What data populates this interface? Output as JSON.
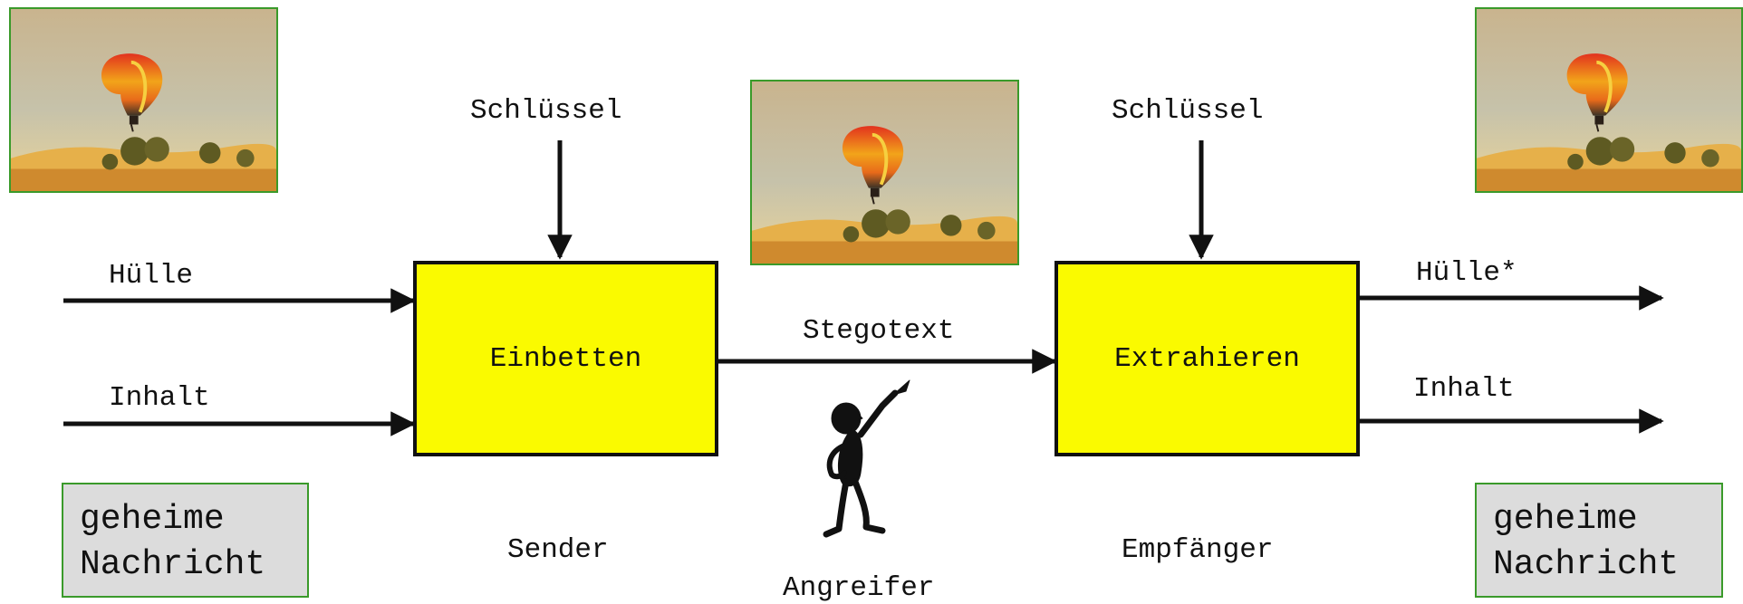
{
  "colors": {
    "box_fill": "#fafa00",
    "note_fill": "#dcdcdc",
    "frame_border": "#3a9a2a",
    "line": "#111111"
  },
  "icons": {
    "photo": "hot-air-balloon-photo",
    "attacker": "pointing-figure-icon"
  },
  "embed": {
    "key_label": "Schlüssel",
    "cover_label": "Hülle",
    "content_label": "Inhalt",
    "box_label": "Einbetten",
    "role_label": "Sender"
  },
  "channel": {
    "label": "Stegotext",
    "attacker_label": "Angreifer"
  },
  "extract": {
    "key_label": "Schlüssel",
    "box_label": "Extrahieren",
    "cover_out_label": "Hülle*",
    "content_out_label": "Inhalt",
    "role_label": "Empfänger"
  },
  "secret_left": {
    "line1": "geheime",
    "line2": "Nachricht"
  },
  "secret_right": {
    "line1": "geheime",
    "line2": "Nachricht"
  }
}
